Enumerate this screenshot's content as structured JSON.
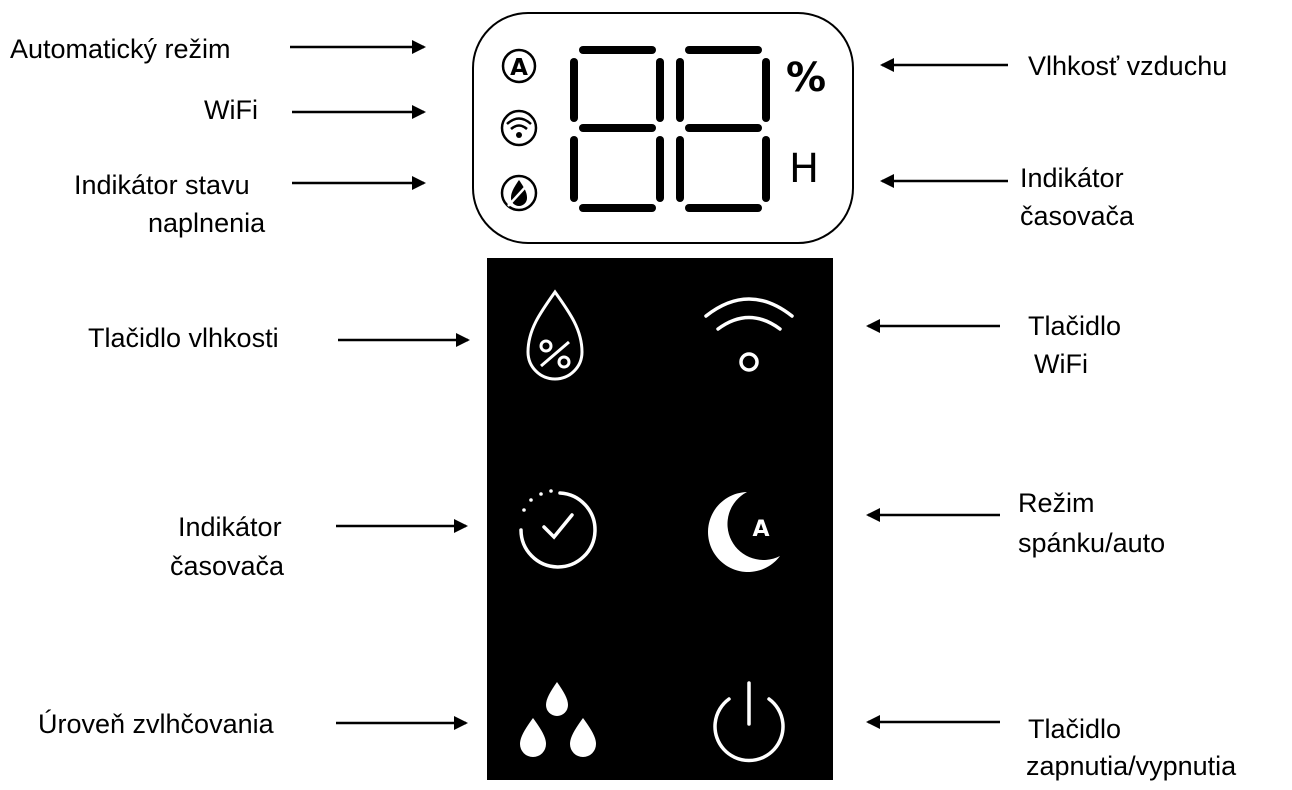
{
  "labels": {
    "auto_mode": "Automatický režim",
    "wifi": "WiFi",
    "fill_indicator_1": "Indikátor stavu",
    "fill_indicator_2": "naplnenia",
    "humidity_button": "Tlačidlo vlhkosti",
    "timer_indicator_1": "Indikátor",
    "timer_indicator_2": "časovača",
    "mist_level": "Úroveň zvlhčovania",
    "air_humidity": "Vlhkosť vzduchu",
    "timer_indicator_right_1": "Indikátor",
    "timer_indicator_right_2": "časovača",
    "wifi_button_1": "Tlačidlo",
    "wifi_button_2": "WiFi",
    "sleep_auto_1": "Režim",
    "sleep_auto_2": "spánku/auto",
    "power_button_1": "Tlačidlo",
    "power_button_2": "zapnutia/vypnutia"
  },
  "display": {
    "percent_symbol": "%",
    "hour_symbol": "H",
    "auto_letter": "A",
    "sleep_letter": "A"
  },
  "icons": {
    "auto": "auto-mode-icon",
    "wifi": "wifi-indicator-icon",
    "fill": "water-fill-icon",
    "humidity": "humidity-drop-icon",
    "wifi_button": "wifi-icon",
    "timer": "timer-clock-icon",
    "sleep": "moon-icon",
    "mist": "water-drops-icon",
    "power": "power-icon"
  },
  "colors": {
    "panel": "#000000",
    "foreground": "#ffffff",
    "text": "#000000"
  }
}
